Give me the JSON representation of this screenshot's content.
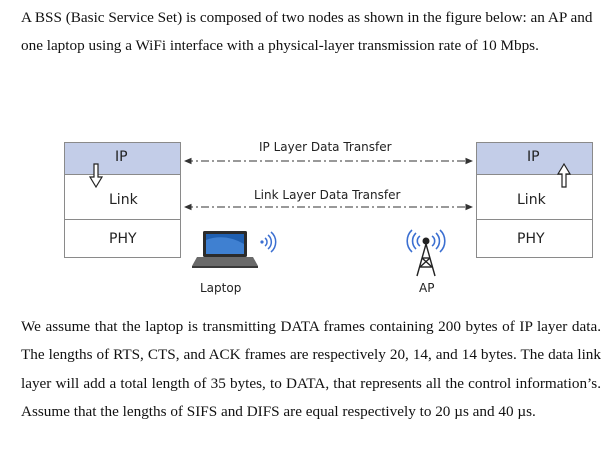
{
  "intro": "A BSS (Basic Service Set) is composed of two nodes as shown in the figure below: an AP and one laptop using a WiFi interface with a physical-layer transmission rate of 10 Mbps.",
  "figure": {
    "left_stack": {
      "ip": "IP",
      "link": "Link",
      "phy": "PHY"
    },
    "right_stack": {
      "ip": "IP",
      "link": "Link",
      "phy": "PHY"
    },
    "ip_transfer_label": "IP Layer Data Transfer",
    "link_transfer_label": "Link Layer Data Transfer",
    "laptop_label": "Laptop",
    "ap_label": "AP",
    "colors": {
      "ip_layer": "#c3cde8",
      "laptop_screen": "#1f5fb0",
      "waves": "#3b6fd1"
    }
  },
  "body": "We assume that the laptop is transmitting DATA frames containing 200 bytes of IP layer data. The lengths of RTS, CTS, and ACK frames are respectively 20, 14, and 14 bytes. The data link layer will add a total length of 35 bytes, to DATA, that represents all the control information’s. Assume that the lengths of SIFS and DIFS are equal respectively to 20 µs and 40 µs."
}
